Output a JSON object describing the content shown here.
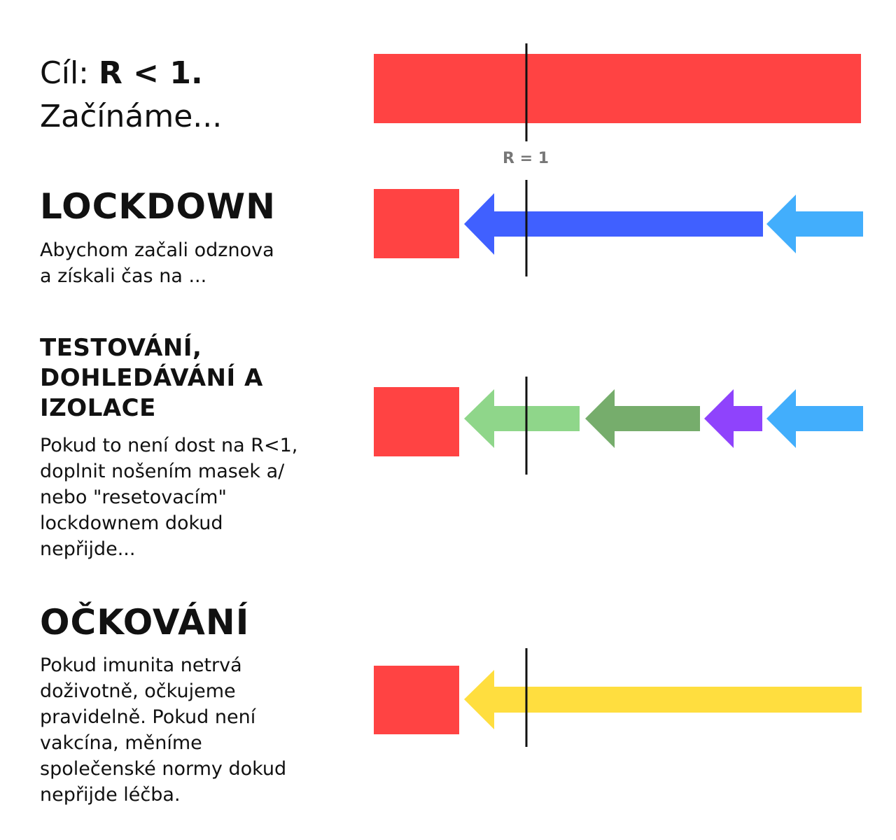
{
  "goal": {
    "prefix": "Cíl: ",
    "target": "R < 1.",
    "line2": "Začínáme..."
  },
  "r_marker_label": "R = 1",
  "sections": {
    "lockdown": {
      "title": "LOCKDOWN",
      "description": "Abychom začali odznova\na získali čas na ..."
    },
    "testing": {
      "title": "TESTOVÁNÍ,\nDOHLEDÁVÁNÍ A\nIZOLACE",
      "description": "Pokud to není dost na R<1,\ndoplnit nošením masek a/\nnebo \"resetovacím\"\nlockdownem dokud\nnepřijde..."
    },
    "vaccination": {
      "title": "OČKOVÁNÍ",
      "description": "Pokud imunita netrvá\ndoživotně, očkujeme\npravidelně. Pokud není\nvakcína, měníme\nspolečenské normy dokud\nnepřijde léčba."
    }
  },
  "colors": {
    "red_bar": "#ff4343",
    "lockdown_arrow": "#4060ff",
    "light_blue_arrow": "#42aefc",
    "light_green_arrow": "#8fd68a",
    "dark_green_arrow": "#76ad6c",
    "purple_arrow": "#8f43fc",
    "yellow_arrow": "#ffde3f"
  }
}
